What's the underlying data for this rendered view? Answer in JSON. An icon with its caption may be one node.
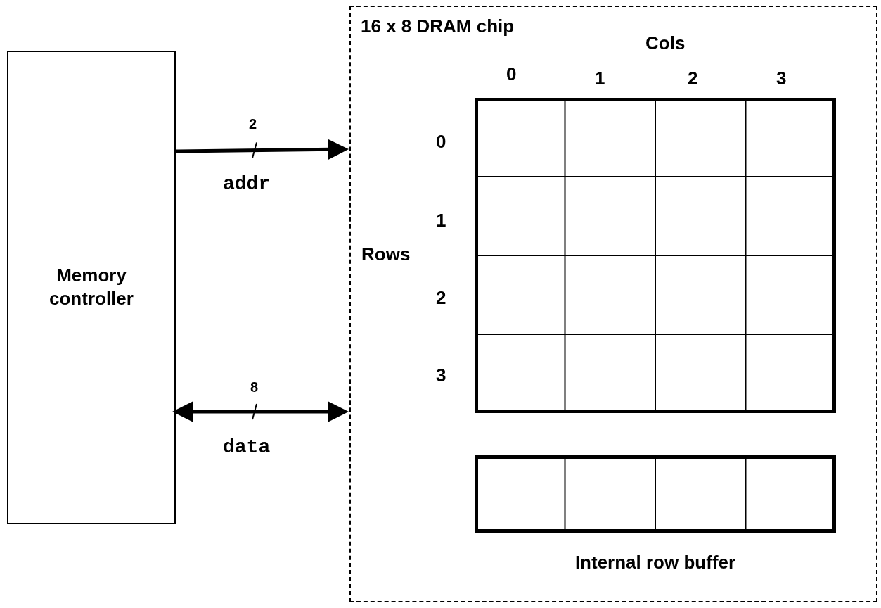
{
  "diagram": {
    "nodes": [
      {
        "text": [
          "Memory controller"
        ]
      },
      {
        "text": [
          "16 x 8 DRAM chip"
        ]
      },
      {
        "text": [],
        "shape": "box",
        "in": 1
      },
      {
        "text": [],
        "shape": "box",
        "in": 1,
        "beside": [
          "Internal row buffer"
        ]
      }
    ],
    "edges": [
      {
        "from": 0,
        "to": 1,
        "arrow": "to",
        "label": "addr"
      },
      {
        "from": 0,
        "to": 1,
        "arrow": "both",
        "label": "data"
      }
    ],
    "labels": [
      "Cols",
      "0",
      "1",
      "2",
      "3",
      "2",
      "0",
      "1",
      "Rows",
      "2",
      "3",
      "8"
    ]
  }
}
